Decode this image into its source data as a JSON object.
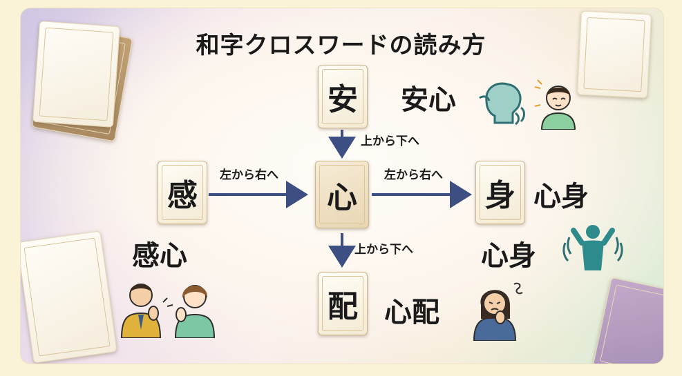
{
  "title": "和字クロスワードの読み方",
  "cards": {
    "top": "安",
    "left": "感",
    "center": "心",
    "right": "身",
    "bottom": "配"
  },
  "words": {
    "top": "安心",
    "left": "感心",
    "right": "心身",
    "right_lower": "心身",
    "bottom": "心配"
  },
  "directions": {
    "top_to_center": "上から下へ",
    "left_to_center": "左から右へ",
    "center_to_right": "左から右へ",
    "center_to_bottom": "上から下へ"
  },
  "colors": {
    "arrow": "#3d4f82",
    "teal": "#2e8b8b",
    "title": "#1a1a1a"
  },
  "icons": [
    "relieved-head-icon",
    "relieved-person-icon",
    "clapping-people-icon",
    "stretching-person-icon",
    "worried-woman-icon"
  ]
}
